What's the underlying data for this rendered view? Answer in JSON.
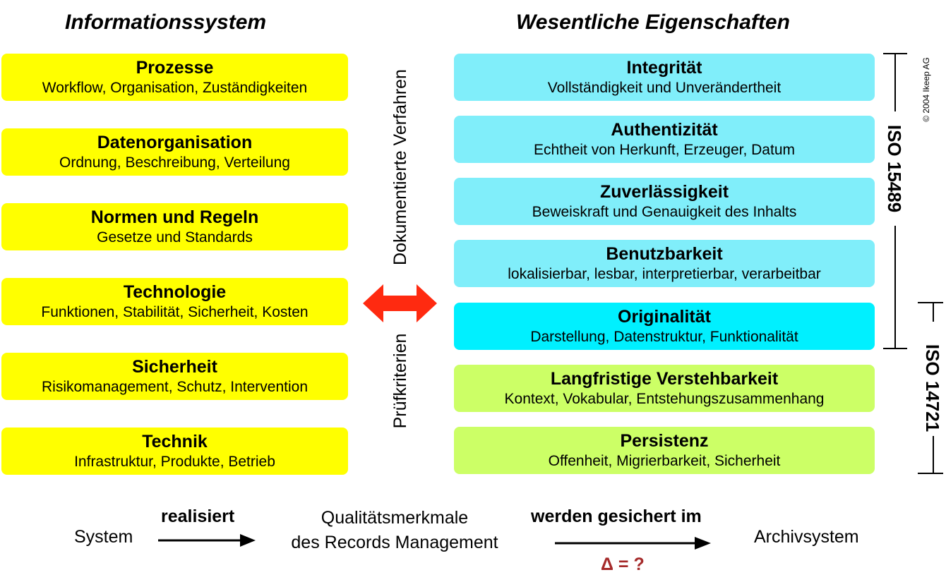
{
  "headings": {
    "left": "Informationssystem",
    "right": "Wesentliche Eigenschaften"
  },
  "left_boxes": [
    {
      "title": "Prozesse",
      "subtitle": "Workflow, Organisation, Zuständigkeiten"
    },
    {
      "title": "Datenorganisation",
      "subtitle": "Ordnung, Beschreibung, Verteilung"
    },
    {
      "title": "Normen und Regeln",
      "subtitle": "Gesetze und Standards"
    },
    {
      "title": "Technologie",
      "subtitle": "Funktionen, Stabilität, Sicherheit, Kosten"
    },
    {
      "title": "Sicherheit",
      "subtitle": "Risikomanagement, Schutz, Intervention"
    },
    {
      "title": "Technik",
      "subtitle": "Infrastruktur, Produkte, Betrieb"
    }
  ],
  "right_boxes": [
    {
      "title": "Integrität",
      "subtitle": "Vollständigkeit und Unverändertheit"
    },
    {
      "title": "Authentizität",
      "subtitle": "Echtheit von Herkunft, Erzeuger, Datum"
    },
    {
      "title": "Zuverlässigkeit",
      "subtitle": "Beweiskraft und Genauigkeit des Inhalts"
    },
    {
      "title": "Benutzbarkeit",
      "subtitle": "lokalisierbar, lesbar, interpretierbar, verarbeitbar"
    },
    {
      "title": "Originalität",
      "subtitle": "Darstellung, Datenstruktur, Funktionalität"
    },
    {
      "title": "Langfristige Verstehbarkeit",
      "subtitle": "Kontext, Vokabular, Entstehungszusammenhang"
    },
    {
      "title": "Persistenz",
      "subtitle": "Offenheit, Migrierbarkeit, Sicherheit"
    }
  ],
  "middle": {
    "upper_label": "Dokumentierte Verfahren",
    "lower_label": "Prüfkriterien"
  },
  "standards": {
    "iso_15489": "ISO 15489",
    "iso_14721": "ISO 14721"
  },
  "copyright": "© 2004 Ikeep AG",
  "bottom": {
    "system": "System",
    "realisiert": "realisiert",
    "quality_line1": "Qualitätsmerkmale",
    "quality_line2": "des Records Management",
    "gesichert": "werden gesichert im",
    "archiv": "Archivsystem",
    "delta": "Δ = ?"
  },
  "colors": {
    "yellow": "#ffff00",
    "light_cyan": "#80eefa",
    "cyan": "#00f0ff",
    "light_green": "#ccff66",
    "arrow_red": "#ff2a10",
    "delta_red": "#a52a2a"
  }
}
